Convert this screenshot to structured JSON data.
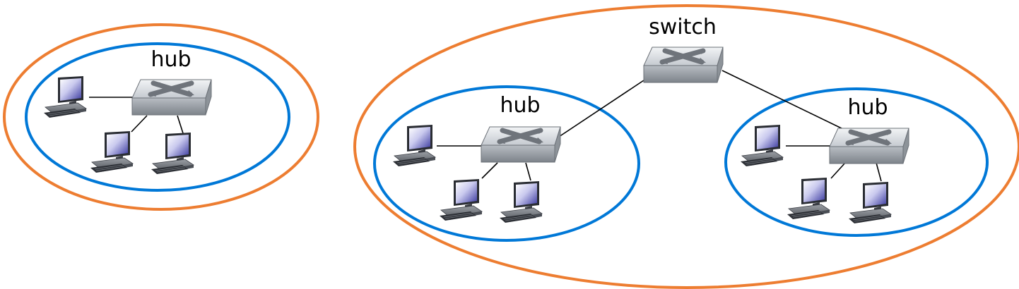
{
  "colors": {
    "collision_domain": "#ed7d31",
    "broadcast_domain": "#0078d7",
    "link": "#000000"
  },
  "left_network": {
    "hub_label": "hub"
  },
  "right_network": {
    "switch_label": "switch",
    "left_hub_label": "hub",
    "right_hub_label": "hub"
  },
  "icons": {
    "hub": "network-hub-icon",
    "switch": "network-switch-icon",
    "computer": "desktop-computer-icon"
  }
}
